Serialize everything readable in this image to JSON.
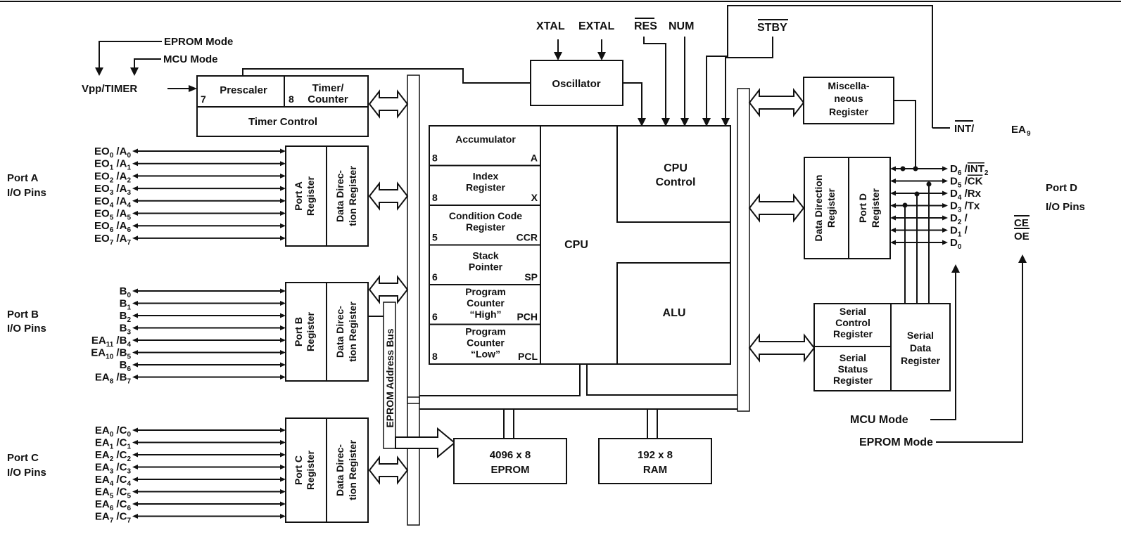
{
  "top_signals": {
    "xtal": "XTAL",
    "extal": "EXTAL",
    "res": "RES",
    "num": "NUM",
    "stby": "STBY"
  },
  "modes_left": {
    "eprom": "EPROM Mode",
    "mcu": "MCU Mode",
    "vpp": "Vpp/TIMER"
  },
  "timer": {
    "prescaler": "Prescaler",
    "prescaler_bits": "7",
    "counter_bits": "8",
    "counter_l1": "Timer/",
    "counter_l2": "Counter",
    "control": "Timer Control"
  },
  "oscillator": "Oscillator",
  "misc_register": [
    "Miscella-",
    "neous",
    "Register"
  ],
  "int_label": "INT/",
  "ea9_label": "EA",
  "ea9_sub": "9",
  "port_labels": {
    "a": [
      "Port A",
      "I/O Pins"
    ],
    "b": [
      "Port B",
      "I/O Pins"
    ],
    "c": [
      "Port C",
      "I/O Pins"
    ],
    "d": [
      "Port D",
      "I/O Pins"
    ]
  },
  "port_a_pins": [
    {
      "m": "EO",
      "s": "0",
      "t": " /A",
      "u": "0"
    },
    {
      "m": "EO",
      "s": "1",
      "t": " /A",
      "u": "1"
    },
    {
      "m": "EO",
      "s": "2",
      "t": " /A",
      "u": "2"
    },
    {
      "m": "EO",
      "s": "3",
      "t": " /A",
      "u": "3"
    },
    {
      "m": "EO",
      "s": "4",
      "t": " /A",
      "u": "4"
    },
    {
      "m": "EO",
      "s": "5",
      "t": " /A",
      "u": "5"
    },
    {
      "m": "EO",
      "s": "6",
      "t": " /A",
      "u": "6"
    },
    {
      "m": "EO",
      "s": "7",
      "t": " /A",
      "u": "7"
    }
  ],
  "port_b_pins": [
    {
      "m": "B",
      "s": "0",
      "t": "",
      "u": ""
    },
    {
      "m": "B",
      "s": "1",
      "t": "",
      "u": ""
    },
    {
      "m": "B",
      "s": "2",
      "t": "",
      "u": ""
    },
    {
      "m": "B",
      "s": "3",
      "t": "",
      "u": ""
    },
    {
      "m": "EA",
      "s": "11",
      "t": " /B",
      "u": "4"
    },
    {
      "m": "EA",
      "s": "10",
      "t": " /B",
      "u": "5"
    },
    {
      "m": "B",
      "s": "6",
      "t": "",
      "u": ""
    },
    {
      "m": "EA",
      "s": "8",
      "t": " /B",
      "u": "7"
    }
  ],
  "port_c_pins": [
    {
      "m": "EA",
      "s": "0",
      "t": " /C",
      "u": "0"
    },
    {
      "m": "EA",
      "s": "1",
      "t": " /C",
      "u": "1"
    },
    {
      "m": "EA",
      "s": "2",
      "t": " /C",
      "u": "2"
    },
    {
      "m": "EA",
      "s": "3",
      "t": " /C",
      "u": "3"
    },
    {
      "m": "EA",
      "s": "4",
      "t": " /C",
      "u": "4"
    },
    {
      "m": "EA",
      "s": "5",
      "t": " /C",
      "u": "5"
    },
    {
      "m": "EA",
      "s": "6",
      "t": " /C",
      "u": "6"
    },
    {
      "m": "EA",
      "s": "7",
      "t": " /C",
      "u": "7"
    }
  ],
  "port_d_pins": [
    {
      "m": "D",
      "s": "6",
      "t": " /",
      "o": "INT",
      "u": "2"
    },
    {
      "m": "D",
      "s": "5",
      "t": " /",
      "o": "CK",
      "u": ""
    },
    {
      "m": "D",
      "s": "4",
      "t": " /Rx",
      "o": "",
      "u": ""
    },
    {
      "m": "D",
      "s": "3",
      "t": " /Tx",
      "o": "",
      "u": ""
    },
    {
      "m": "D",
      "s": "2",
      "t": " /",
      "o": "",
      "u": ""
    },
    {
      "m": "D",
      "s": "1",
      "t": " /",
      "o": "",
      "u": ""
    },
    {
      "m": "D",
      "s": "0",
      "t": "",
      "o": "",
      "u": ""
    }
  ],
  "port_register": {
    "a": [
      "Port A",
      "Register"
    ],
    "b": [
      "Port B",
      "Register"
    ],
    "c": [
      "Port C",
      "Register"
    ],
    "d": [
      "Port D",
      "Register"
    ]
  },
  "ddr": {
    "a": [
      "Data Direc-",
      "tion Register"
    ],
    "b": [
      "Data Direc-",
      "tion Register"
    ],
    "c": [
      "Data Direc-",
      "tion Register"
    ],
    "d": [
      "Data Direction",
      "Register"
    ]
  },
  "eprom_bus": "EPROM Address Bus",
  "cpu_registers": [
    {
      "bits": "8",
      "l1": "Accumulator",
      "l2": "",
      "tag": "A"
    },
    {
      "bits": "8",
      "l1": "Index",
      "l2": "Register",
      "tag": "X"
    },
    {
      "bits": "5",
      "l1": "Condition Code",
      "l2": "Register",
      "tag": "CCR"
    },
    {
      "bits": "6",
      "l1": "Stack",
      "l2": "Pointer",
      "tag": "SP"
    },
    {
      "bits": "6",
      "l1": "Program",
      "l2": "Counter",
      "l3": "“High”",
      "tag": "PCH"
    },
    {
      "bits": "8",
      "l1": "Program",
      "l2": "Counter",
      "l3": "“Low”",
      "tag": "PCL"
    }
  ],
  "cpu": "CPU",
  "cpu_control": [
    "CPU",
    "Control"
  ],
  "alu": "ALU",
  "eprom": [
    "4096 x 8",
    "EPROM"
  ],
  "ram": [
    "192 x 8",
    "RAM"
  ],
  "serial": {
    "control": [
      "Serial",
      "Control",
      "Register"
    ],
    "status": [
      "Serial",
      "Status",
      "Register"
    ],
    "data": [
      "Serial",
      "Data",
      "Register"
    ]
  },
  "modes_right": {
    "mcu": "MCU Mode",
    "eprom": "EPROM Mode"
  },
  "ce": "CE",
  "oe": "OE"
}
